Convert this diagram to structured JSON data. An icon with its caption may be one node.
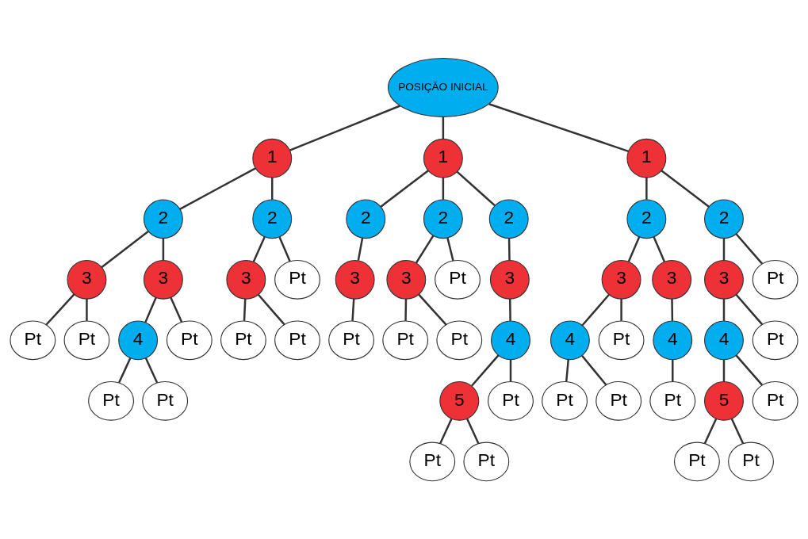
{
  "diagram": {
    "nodes": [
      {
        "text": [
          "POSIÇÃO INICIAL"
        ]
      },
      {
        "text": [
          "1"
        ]
      },
      {
        "text": [
          "1"
        ]
      },
      {
        "text": [
          "1"
        ]
      },
      {
        "text": [
          "2"
        ]
      },
      {
        "text": [
          "2"
        ]
      },
      {
        "text": [
          "2"
        ]
      },
      {
        "text": [
          "2"
        ]
      },
      {
        "text": [
          "2"
        ]
      },
      {
        "text": [
          "2"
        ]
      },
      {
        "text": [
          "2"
        ]
      },
      {
        "text": [
          "3"
        ]
      },
      {
        "text": [
          "3"
        ]
      },
      {
        "text": [
          "3"
        ]
      },
      {
        "text": [
          "Pt"
        ]
      },
      {
        "text": [
          "3"
        ]
      },
      {
        "text": [
          "3"
        ]
      },
      {
        "text": [
          "Pt"
        ]
      },
      {
        "text": [
          "3"
        ]
      },
      {
        "text": [
          "3"
        ]
      },
      {
        "text": [
          "3"
        ]
      },
      {
        "text": [
          "3"
        ]
      },
      {
        "text": [
          "Pt"
        ]
      },
      {
        "text": [
          "Pt"
        ]
      },
      {
        "text": [
          "Pt"
        ]
      },
      {
        "text": [
          "4"
        ]
      },
      {
        "text": [
          "Pt"
        ]
      },
      {
        "text": [
          "Pt"
        ]
      },
      {
        "text": [
          "Pt"
        ]
      },
      {
        "text": [
          "Pt"
        ]
      },
      {
        "text": [
          "Pt"
        ]
      },
      {
        "text": [
          "Pt"
        ]
      },
      {
        "text": [
          "4"
        ]
      },
      {
        "text": [
          "4"
        ]
      },
      {
        "text": [
          "Pt"
        ]
      },
      {
        "text": [
          "4"
        ]
      },
      {
        "text": [
          "4"
        ]
      },
      {
        "text": [
          "Pt"
        ]
      },
      {
        "text": [
          "Pt"
        ]
      },
      {
        "text": [
          "Pt"
        ]
      },
      {
        "text": [
          "5"
        ]
      },
      {
        "text": [
          "Pt"
        ]
      },
      {
        "text": [
          "Pt"
        ]
      },
      {
        "text": [
          "Pt"
        ]
      },
      {
        "text": [
          "Pt"
        ]
      },
      {
        "text": [
          "5"
        ]
      },
      {
        "text": [
          "Pt"
        ]
      },
      {
        "text": [
          "Pt"
        ]
      },
      {
        "text": [
          "Pt"
        ]
      },
      {
        "text": [
          "Pt"
        ]
      },
      {
        "text": [
          "Pt"
        ]
      }
    ],
    "edges": [
      {
        "from": 0,
        "to": 1,
        "arrow": "none"
      },
      {
        "from": 0,
        "to": 2,
        "arrow": "none"
      },
      {
        "from": 0,
        "to": 3,
        "arrow": "none"
      },
      {
        "from": 1,
        "to": 4,
        "arrow": "none"
      },
      {
        "from": 1,
        "to": 5,
        "arrow": "none"
      },
      {
        "from": 2,
        "to": 6,
        "arrow": "none"
      },
      {
        "from": 2,
        "to": 7,
        "arrow": "none"
      },
      {
        "from": 2,
        "to": 8,
        "arrow": "none"
      },
      {
        "from": 3,
        "to": 9,
        "arrow": "none"
      },
      {
        "from": 3,
        "to": 10,
        "arrow": "none"
      },
      {
        "from": 4,
        "to": 11,
        "arrow": "none"
      },
      {
        "from": 4,
        "to": 12,
        "arrow": "none"
      },
      {
        "from": 5,
        "to": 13,
        "arrow": "none"
      },
      {
        "from": 5,
        "to": 14,
        "arrow": "none"
      },
      {
        "from": 6,
        "to": 15,
        "arrow": "none"
      },
      {
        "from": 7,
        "to": 16,
        "arrow": "none"
      },
      {
        "from": 7,
        "to": 17,
        "arrow": "none"
      },
      {
        "from": 8,
        "to": 18,
        "arrow": "none"
      },
      {
        "from": 9,
        "to": 19,
        "arrow": "none"
      },
      {
        "from": 9,
        "to": 20,
        "arrow": "none"
      },
      {
        "from": 10,
        "to": 21,
        "arrow": "none"
      },
      {
        "from": 10,
        "to": 22,
        "arrow": "none"
      },
      {
        "from": 11,
        "to": 23,
        "arrow": "none"
      },
      {
        "from": 11,
        "to": 24,
        "arrow": "none"
      },
      {
        "from": 12,
        "to": 25,
        "arrow": "none"
      },
      {
        "from": 12,
        "to": 26,
        "arrow": "none"
      },
      {
        "from": 13,
        "to": 27,
        "arrow": "none"
      },
      {
        "from": 13,
        "to": 28,
        "arrow": "none"
      },
      {
        "from": 15,
        "to": 29,
        "arrow": "none"
      },
      {
        "from": 16,
        "to": 30,
        "arrow": "none"
      },
      {
        "from": 16,
        "to": 31,
        "arrow": "none"
      },
      {
        "from": 18,
        "to": 32,
        "arrow": "none"
      },
      {
        "from": 19,
        "to": 33,
        "arrow": "none"
      },
      {
        "from": 19,
        "to": 34,
        "arrow": "none"
      },
      {
        "from": 20,
        "to": 35,
        "arrow": "none"
      },
      {
        "from": 21,
        "to": 36,
        "arrow": "none"
      },
      {
        "from": 21,
        "to": 37,
        "arrow": "none"
      },
      {
        "from": 25,
        "to": 38,
        "arrow": "none"
      },
      {
        "from": 25,
        "to": 39,
        "arrow": "none"
      },
      {
        "from": 32,
        "to": 40,
        "arrow": "none"
      },
      {
        "from": 32,
        "to": 41,
        "arrow": "none"
      },
      {
        "from": 33,
        "to": 42,
        "arrow": "none"
      },
      {
        "from": 33,
        "to": 43,
        "arrow": "none"
      },
      {
        "from": 35,
        "to": 44,
        "arrow": "none"
      },
      {
        "from": 36,
        "to": 45,
        "arrow": "none"
      },
      {
        "from": 36,
        "to": 46,
        "arrow": "none"
      },
      {
        "from": 40,
        "to": 47,
        "arrow": "none"
      },
      {
        "from": 40,
        "to": 48,
        "arrow": "none"
      },
      {
        "from": 45,
        "to": 49,
        "arrow": "none"
      },
      {
        "from": 45,
        "to": 50,
        "arrow": "none"
      }
    ]
  }
}
